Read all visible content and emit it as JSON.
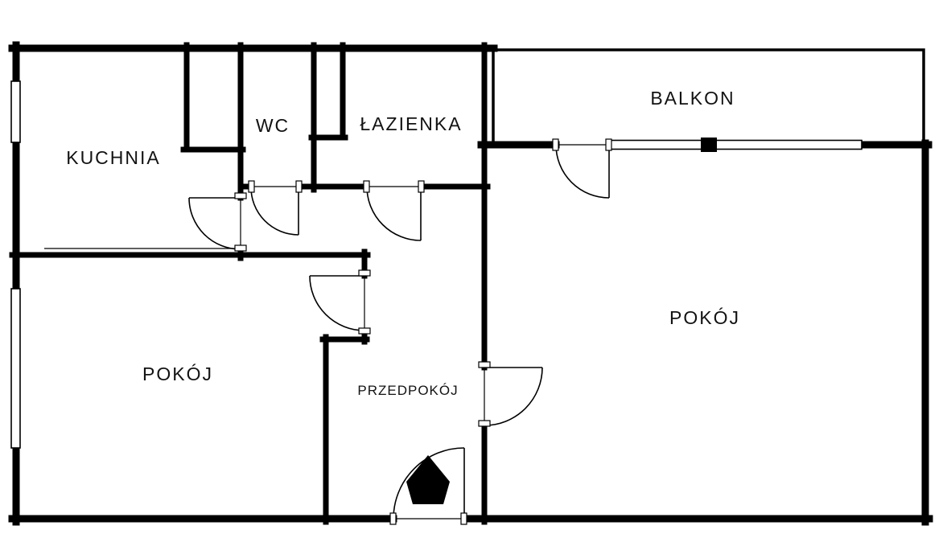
{
  "floorplan": {
    "background_color": "#ffffff",
    "wall_color": "#000000",
    "entrance_marker_color": "#000000",
    "rooms": [
      {
        "id": "kuchnia",
        "label": "KUCHNIA"
      },
      {
        "id": "wc",
        "label": "WC"
      },
      {
        "id": "lazienka",
        "label": "ŁAZIENKA"
      },
      {
        "id": "balkon",
        "label": "BALKON"
      },
      {
        "id": "pokoj-right",
        "label": "POKÓJ"
      },
      {
        "id": "pokoj-left",
        "label": "POKÓJ"
      },
      {
        "id": "przedpokoj",
        "label": "PRZEDPOKÓJ"
      }
    ],
    "icons": [
      {
        "name": "entrance-arrow-icon",
        "meaning": "main entrance direction marker"
      }
    ]
  }
}
